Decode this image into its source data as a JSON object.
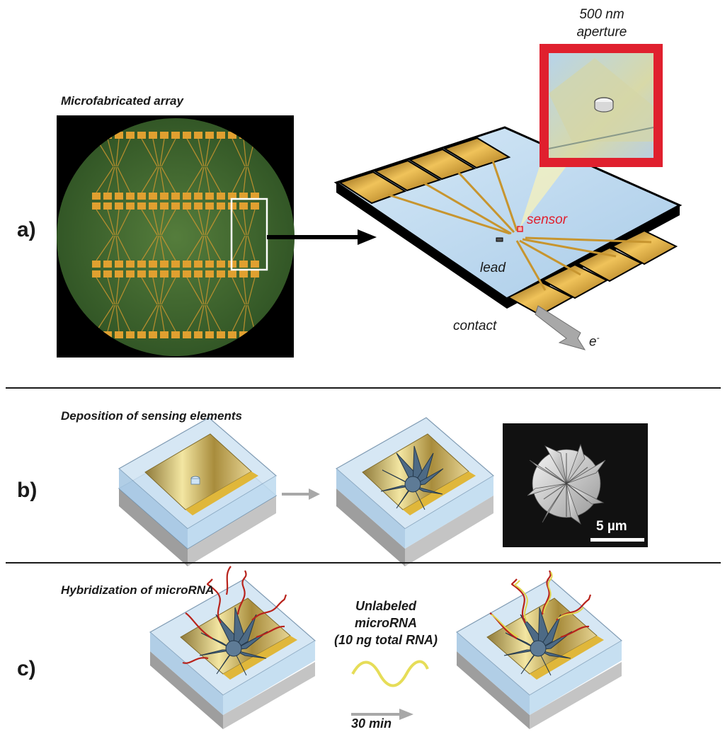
{
  "panel_a": {
    "letter": "a)",
    "heading": "Microfabricated array",
    "inset_label_line1": "500 nm",
    "inset_label_line2": "aperture",
    "sensor_label": "sensor",
    "lead_label": "lead",
    "contact_label": "contact",
    "electron_label": "e",
    "electron_sup": "-"
  },
  "panel_b": {
    "letter": "b)",
    "heading": "Deposition of sensing elements",
    "scale_bar": "5 µm"
  },
  "panel_c": {
    "letter": "c)",
    "heading": "Hybridization of microRNA",
    "middle_line1": "Unlabeled",
    "middle_line2": "microRNA",
    "middle_line3": "(10 ng total RNA)",
    "time_label": "30 min"
  },
  "colors": {
    "gold": "#d9a63a",
    "glass": "#b9d7ef",
    "inset_frame": "#e0202e",
    "sensor_text": "#e0202e",
    "wafer_green": "#3f6a2e"
  }
}
